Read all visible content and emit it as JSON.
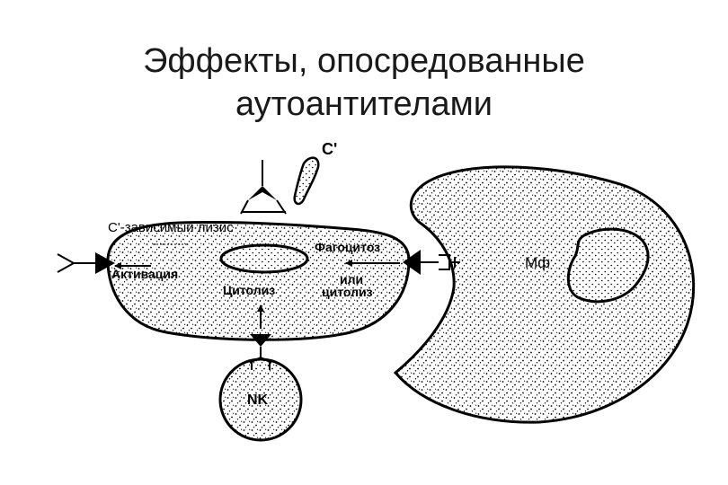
{
  "title": {
    "line1": "Эффекты, опосредованные",
    "line2": "аутоантителами"
  },
  "diagram": {
    "complement_label": "C'",
    "lysis_label": "C'-зависимый лизис",
    "activation_label": "Активация",
    "cytolysis_label": "Цитолиз",
    "phagocytosis_label": "Фагоцитоз",
    "or_label": "или",
    "or_cytolysis_label": "цитолиз",
    "macrophage_label": "Мф",
    "nk_label": "NK"
  }
}
